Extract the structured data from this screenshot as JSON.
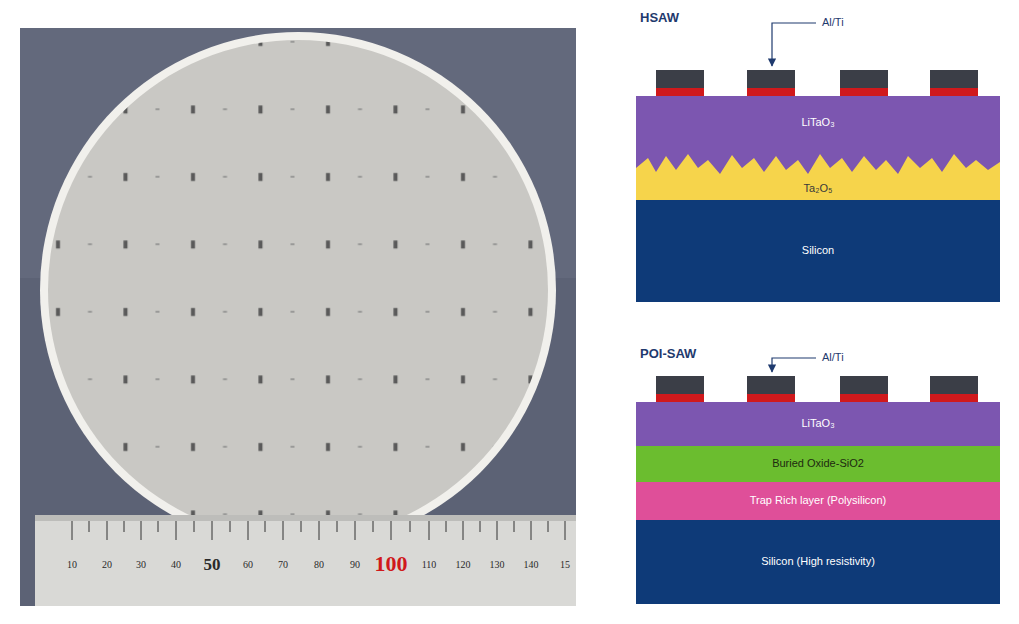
{
  "diagram": {
    "nodes": [
      {
        "text": [
          "LiTaO₃"
        ]
      },
      {
        "text": [
          "Ta₂O₅"
        ]
      },
      {
        "text": [
          "Silicon"
        ]
      },
      {
        "text": [
          "LiTaO₃"
        ]
      },
      {
        "text": [
          "Buried Oxide-SiO2"
        ]
      },
      {
        "text": [
          "Trap Rich layer (Polysilicon)"
        ]
      },
      {
        "text": [
          "Silicon (High resistivity)"
        ]
      }
    ],
    "labels": [
      "HSAW",
      "Al/Ti",
      "POI-SAW",
      "Al/Ti",
      "10",
      "20",
      "30",
      "40",
      "50",
      "60",
      "70",
      "80",
      "90",
      "100",
      "110",
      "120",
      "130",
      "140",
      "15"
    ]
  }
}
